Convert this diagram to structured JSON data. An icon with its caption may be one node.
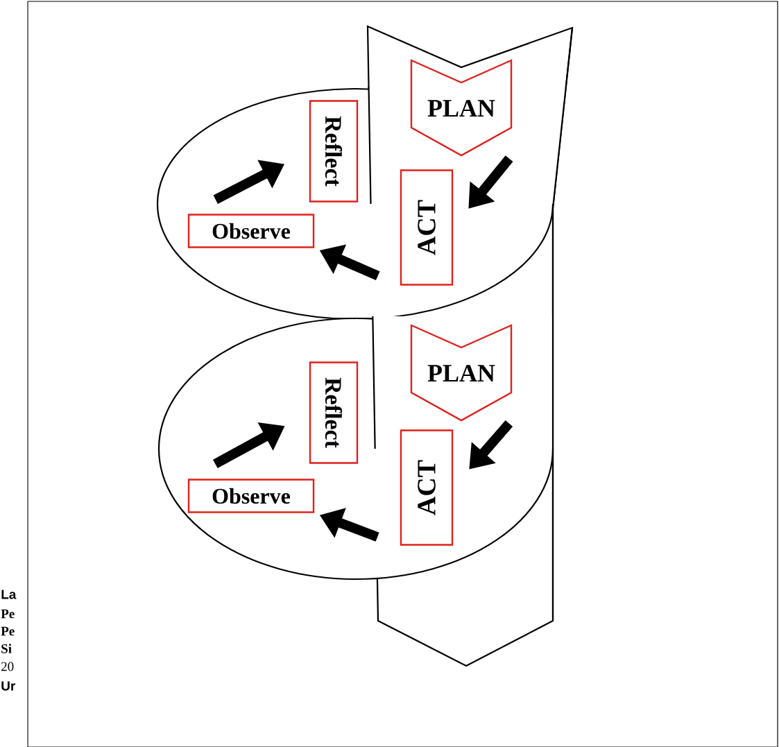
{
  "diagram": {
    "nodes": [
      {
        "text": [
          "PLAN"
        ]
      },
      {
        "text": [
          "ACT"
        ]
      },
      {
        "text": [
          "Observe"
        ]
      },
      {
        "text": [
          "Reflect"
        ]
      },
      {
        "text": [
          "PLAN"
        ]
      },
      {
        "text": [
          "ACT"
        ]
      },
      {
        "text": [
          "Observe"
        ]
      },
      {
        "text": [
          "Reflect"
        ]
      }
    ],
    "edges": [
      {
        "from": 0,
        "to": 1,
        "arrow": "to"
      },
      {
        "from": 1,
        "to": 2,
        "arrow": "to"
      },
      {
        "from": 2,
        "to": 3,
        "arrow": "to"
      },
      {
        "from": 4,
        "to": 5,
        "arrow": "to"
      },
      {
        "from": 5,
        "to": 6,
        "arrow": "to"
      },
      {
        "from": 6,
        "to": 7,
        "arrow": "to"
      }
    ],
    "labels": [
      "La",
      "Pe",
      "Pe",
      "Si",
      "20",
      "Ur"
    ]
  }
}
